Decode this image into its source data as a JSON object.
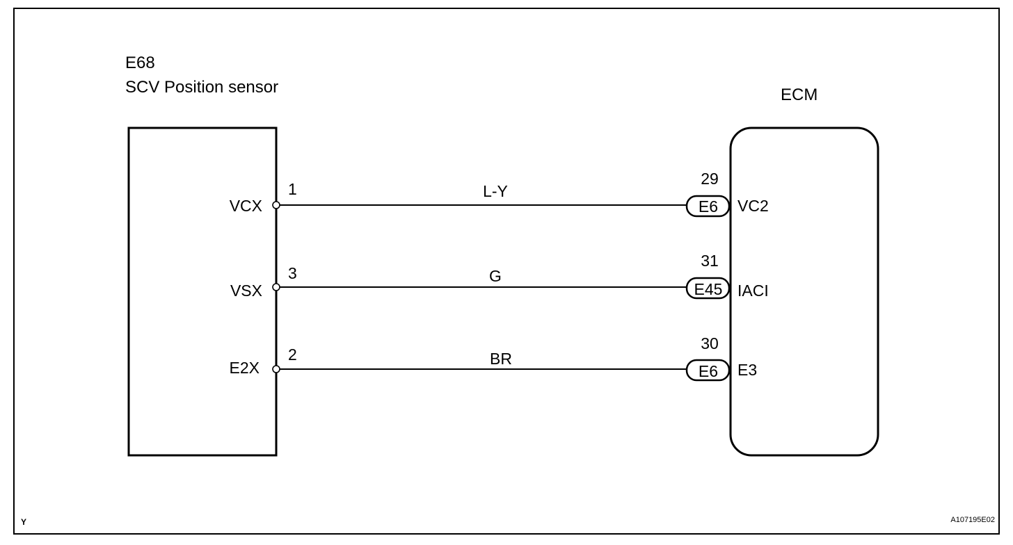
{
  "sensor": {
    "code": "E68",
    "name": "SCV Position sensor",
    "pins": [
      {
        "label": "VCX",
        "number": "1"
      },
      {
        "label": "VSX",
        "number": "3"
      },
      {
        "label": "E2X",
        "number": "2"
      }
    ]
  },
  "ecm": {
    "title": "ECM",
    "pins": [
      {
        "number": "29",
        "connector": "E6",
        "label": "VC2"
      },
      {
        "number": "31",
        "connector": "E45",
        "label": "IACI"
      },
      {
        "number": "30",
        "connector": "E6",
        "label": "E3"
      }
    ]
  },
  "wires": [
    {
      "color_code": "L-Y"
    },
    {
      "color_code": "G"
    },
    {
      "color_code": "BR"
    }
  ],
  "footer": {
    "corner_mark": "Y",
    "figure_id": "A107195E02"
  }
}
